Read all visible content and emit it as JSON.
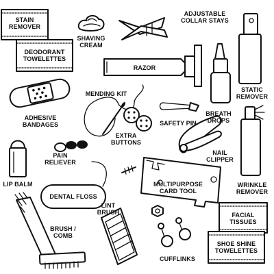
{
  "labels": {
    "stain_remover": [
      "STAIN",
      "REMOVER"
    ],
    "deodorant_towelettes": [
      "DEODORANT",
      "TOWELETTES"
    ],
    "shaving_cream": [
      "SHAVING",
      "CREAM"
    ],
    "adjustable_collar_stays": [
      "ADJUSTABLE",
      "COLLAR STAYS"
    ],
    "razor": [
      "RAZOR"
    ],
    "static_remover": [
      "STATIC",
      "REMOVER"
    ],
    "mending_kit": [
      "MENDING KIT"
    ],
    "adhesive_bandages": [
      "ADHESIVE",
      "BANDAGES"
    ],
    "extra_buttons": [
      "EXTRA",
      "BUTTONS"
    ],
    "safety_pin": [
      "SAFETY PIN"
    ],
    "breath_drops": [
      "BREATH",
      "DROPS"
    ],
    "nail_clipper": [
      "NAIL",
      "CLIPPER"
    ],
    "pain_reliever": [
      "PAIN",
      "RELIEVER"
    ],
    "lip_balm": [
      "LIP BALM"
    ],
    "wrinkle_remover": [
      "WRINKLE",
      "REMOVER"
    ],
    "multipurpose_card_tool": [
      "MULTIPURPOSE",
      "CARD TOOL"
    ],
    "dental_floss": [
      "DENTAL FLOSS"
    ],
    "lint_brush": [
      "LINT",
      "BRUSH"
    ],
    "brush_comb": [
      "BRUSH /",
      "COMB"
    ],
    "facial_tissues": [
      "FACIAL",
      "TISSUES"
    ],
    "shoe_shine_towelettes": [
      "SHOE SHINE",
      "TOWELETTES"
    ],
    "cufflinks": [
      "CUFFLINKS"
    ]
  }
}
